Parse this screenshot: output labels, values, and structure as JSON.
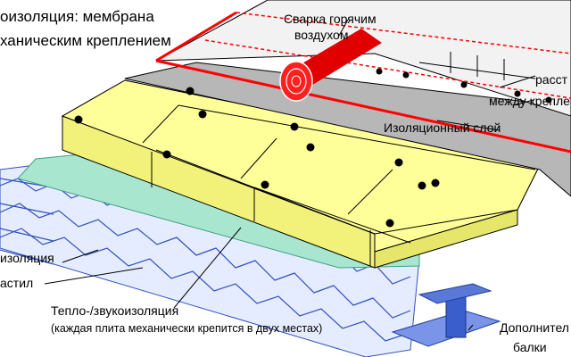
{
  "diagram": {
    "labels": {
      "membrane_line1": "оизоляция: мембрана",
      "membrane_line2": "ханическим креплением",
      "welding_line1": "Сварка горячим",
      "welding_line2": "воздухом",
      "distance_line1": "расст",
      "distance_line2": "между крепле",
      "insulation_layer": "Изоляционный слой",
      "vapor_barrier": "изоляция",
      "decking": "астил",
      "thermal_line1": "Тепло-/звукоизоляция",
      "thermal_line2": "(каждая плита механически крепится в двух местах)",
      "beams_line1": "Дополнител",
      "beams_line2": "балки"
    },
    "colors": {
      "membrane": "#f2f2f2",
      "membrane_red": "#ff0000",
      "insulation_layer_grey": "#b7b7b7",
      "insulation_boards": "#ffff99",
      "vapor_barrier": "#a8e6d0",
      "steel_decking": "#dde6ff",
      "beam": "#5a78d6"
    },
    "icons": {
      "roll": "membrane-roll-icon",
      "fastener": "fastener-dot-icon"
    }
  }
}
